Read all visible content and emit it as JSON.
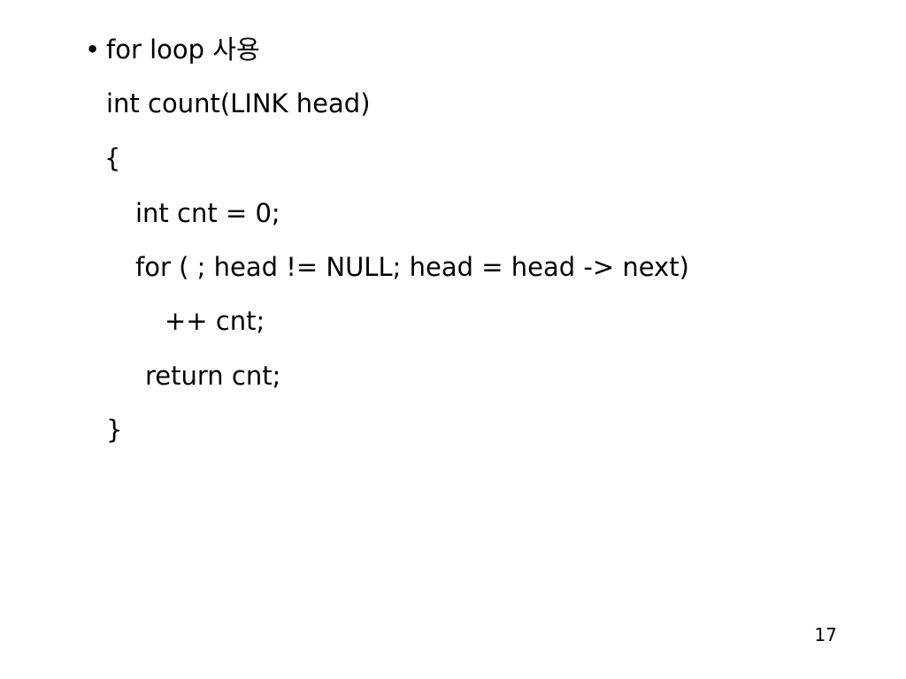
{
  "slide": {
    "bullet_char": "•",
    "heading": "for loop 사용",
    "code_lines": [
      "int count(LINK head)",
      "{",
      "int cnt = 0;",
      "for ( ; head != NULL; head = head -> next)",
      "++ cnt;",
      "return cnt;",
      "}"
    ],
    "page_number": "17"
  }
}
